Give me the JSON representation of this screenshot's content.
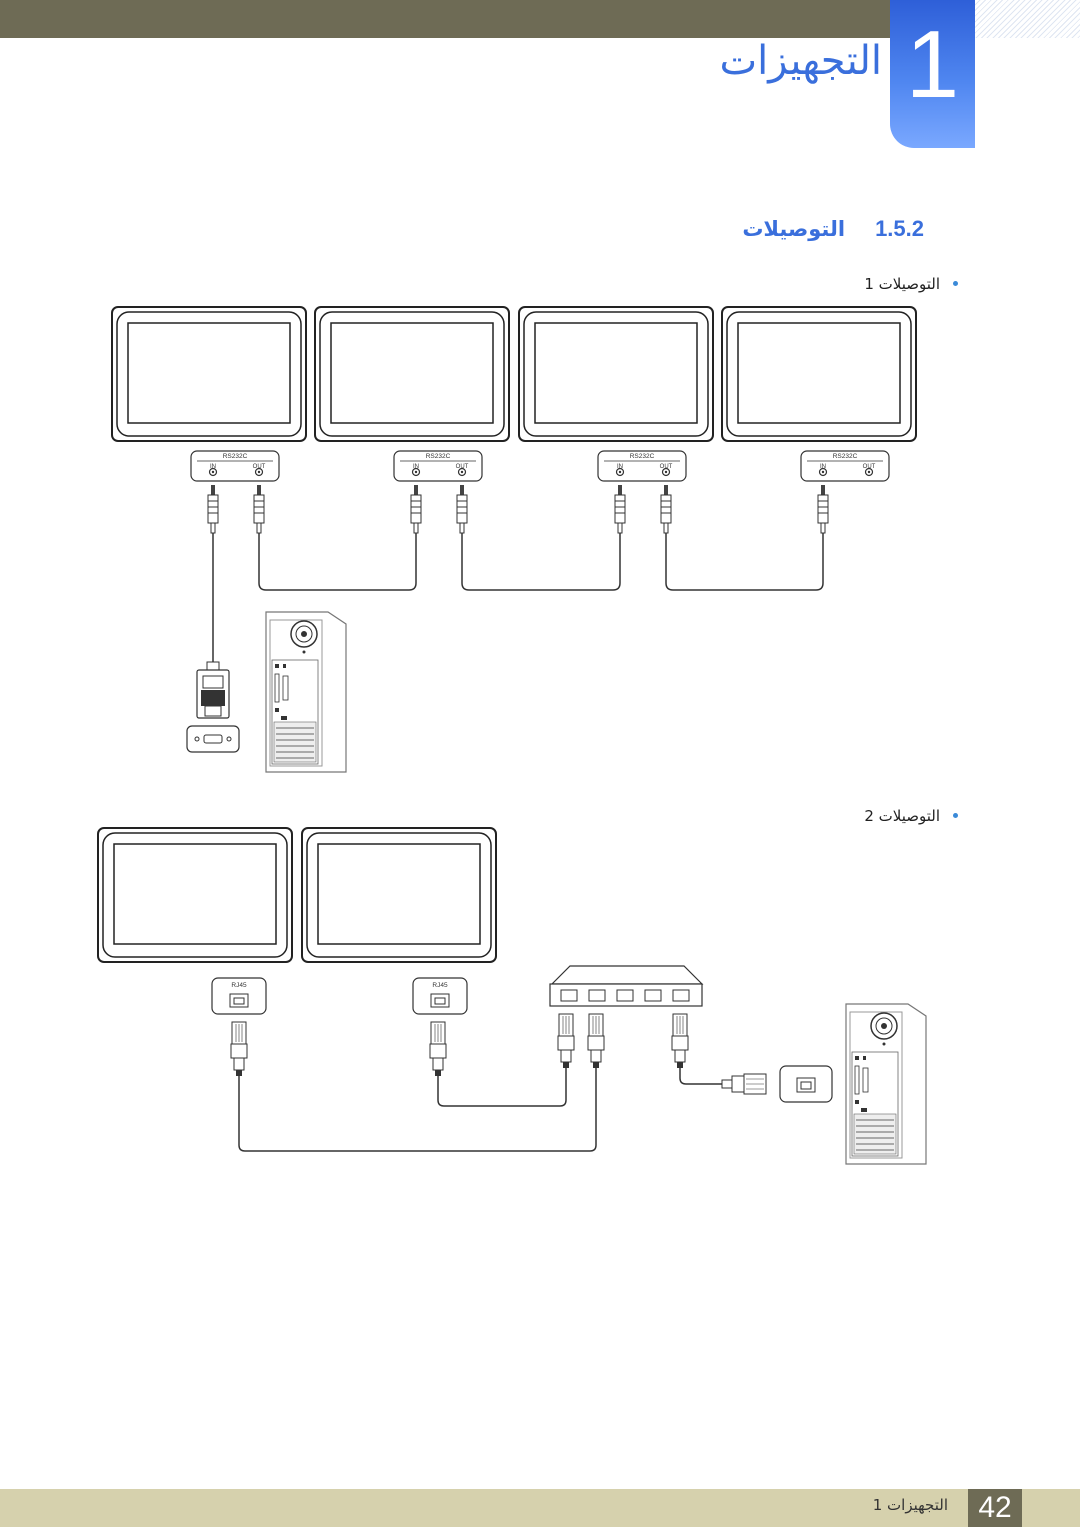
{
  "header": {
    "chapter_number": "1",
    "chapter_title": "التجهيزات"
  },
  "section": {
    "number": "1.5.2",
    "title": "التوصيلات"
  },
  "bullets": [
    {
      "label": "التوصيلات 1"
    },
    {
      "label": "التوصيلات 2"
    }
  ],
  "diagram1": {
    "port_group_label": "RS232C",
    "port_in_label": "IN",
    "port_out_label": "OUT"
  },
  "diagram2": {
    "port_label": "RJ45"
  },
  "footer": {
    "label": "التجهيزات 1",
    "page_number": "42"
  },
  "colors": {
    "accent": "#3a6fdc",
    "topbar": "#6e6b55",
    "footer": "#d6d1ad"
  }
}
